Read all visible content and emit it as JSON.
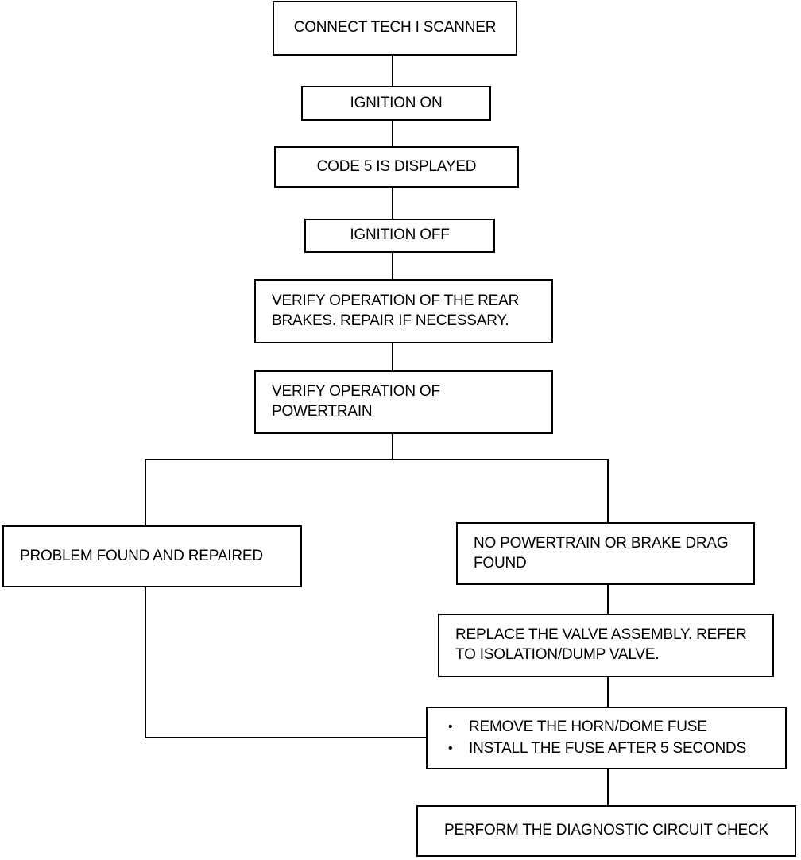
{
  "steps": {
    "connect": "CONNECT TECH I SCANNER",
    "ignition_on": "IGNITION ON",
    "code5": "CODE 5 IS DISPLAYED",
    "ignition_off": "IGNITION OFF",
    "verify_brakes": [
      "VERIFY OPERATION OF THE REAR",
      "BRAKES. REPAIR IF NECESSARY."
    ],
    "verify_powertrain": "VERIFY OPERATION OF POWERTRAIN",
    "problem_found": "PROBLEM FOUND AND REPAIRED",
    "no_drag": [
      "NO POWERTRAIN OR BRAKE DRAG",
      "FOUND"
    ],
    "replace_valve": [
      "REPLACE THE VALVE ASSEMBLY. REFER",
      "TO ISOLATION/DUMP VALVE."
    ],
    "fuse": {
      "bullet_symbol": "•",
      "items": [
        "REMOVE THE HORN/DOME FUSE",
        "INSTALL THE FUSE AFTER 5 SECONDS"
      ]
    },
    "diagnostic": "PERFORM THE DIAGNOSTIC CIRCUIT CHECK"
  },
  "colors": {
    "line": "#000000",
    "box_border": "#000000",
    "text": "#000000",
    "background": "#ffffff"
  }
}
